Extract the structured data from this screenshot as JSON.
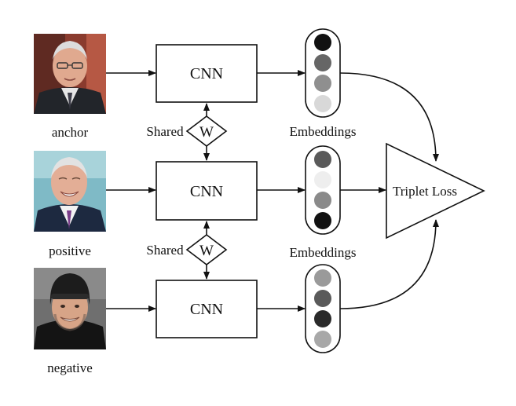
{
  "inputs": [
    {
      "label": "anchor",
      "photo": "older-man-photo"
    },
    {
      "label": "positive",
      "photo": "older-man-smiling-photo"
    },
    {
      "label": "negative",
      "photo": "young-man-beanie-photo"
    }
  ],
  "network_label": "CNN",
  "shared_label": "Shared",
  "weights_label": "W",
  "embeddings_label": "Embeddings",
  "loss_label": "Triplet Loss",
  "embedding_shades": [
    [
      "#111111",
      "#666666",
      "#8f8f8f",
      "#d8d8d8"
    ],
    [
      "#5a5a5a",
      "#eeeeee",
      "#8a8a8a",
      "#111111"
    ],
    [
      "#9a9a9a",
      "#5a5a5a",
      "#2a2a2a",
      "#a8a8a8"
    ]
  ],
  "colors": {
    "stroke": "#111111",
    "background": "#ffffff"
  }
}
